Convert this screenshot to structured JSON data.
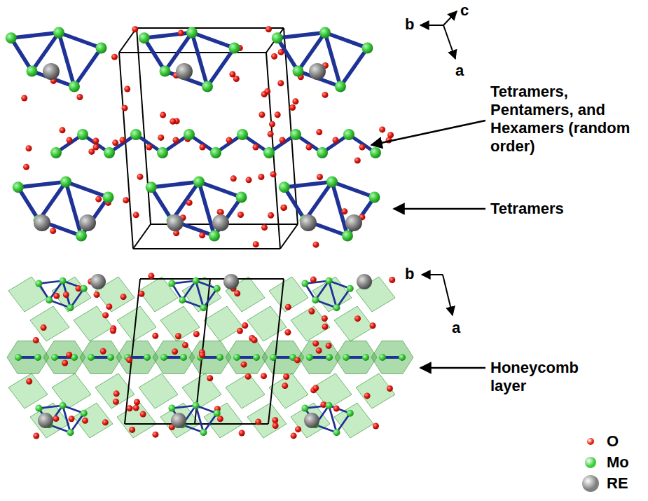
{
  "diagram": {
    "labels": [
      "c",
      "b",
      "a",
      "Tetramers, Pentamers, and Hexamers (random order)",
      "Tetramers",
      "b",
      "a",
      "Honeycomb layer"
    ],
    "legend": [
      {
        "text": "O",
        "color": "#e3180f"
      },
      {
        "text": "Mo",
        "color": "#3ccc3c"
      },
      {
        "text": "RE",
        "color": "#808080"
      }
    ]
  }
}
